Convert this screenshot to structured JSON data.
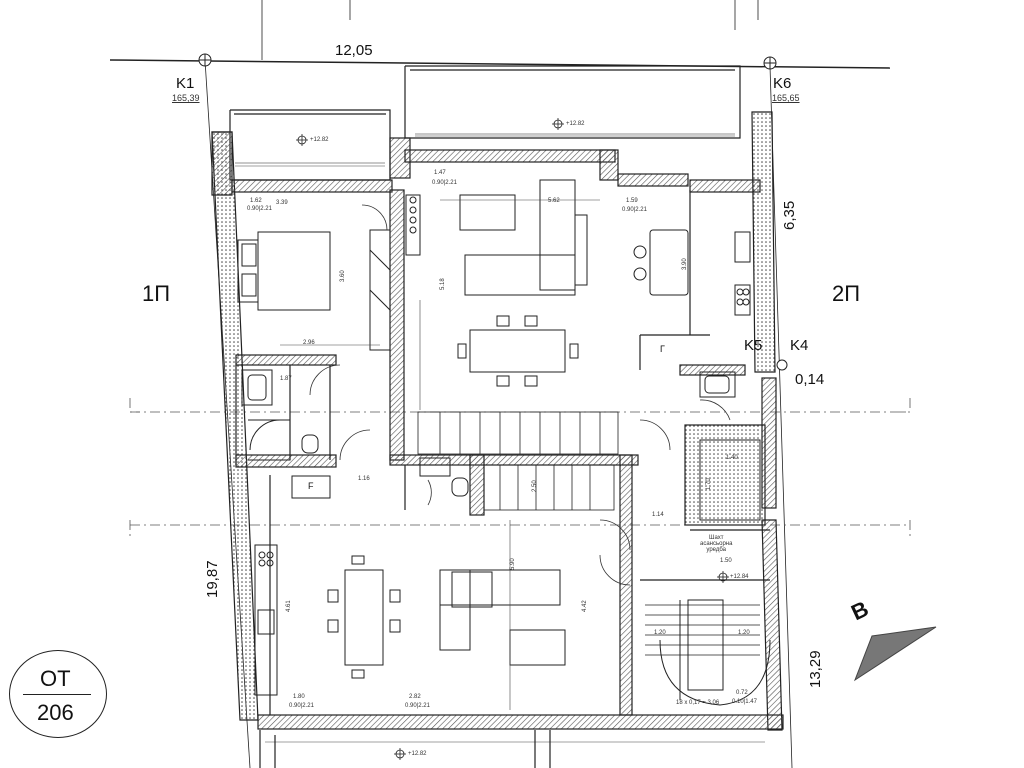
{
  "dimensions": {
    "top_width": "12,05",
    "east_depth": "6,35",
    "west_total": "19,87",
    "east_total": "13,29",
    "offset": "0,14"
  },
  "corners": {
    "k1": {
      "name": "K1",
      "elevation": "165,39"
    },
    "k6": {
      "name": "K6",
      "elevation": "165,65"
    },
    "k5": {
      "name": "K5"
    },
    "k4": {
      "name": "K4"
    }
  },
  "parcels": {
    "left": "1П",
    "right": "2П"
  },
  "block": {
    "code": "ОТ",
    "number": "206"
  },
  "north": {
    "letter": "В"
  },
  "levels": {
    "terrace_left": "+12.82",
    "terrace_top": "+12.82",
    "landing": "+12.84",
    "bottom": "+12.82"
  },
  "room_dims": {
    "bed_w": "1.62",
    "bed_w2": "0.90|2.21",
    "w_339": "3.39",
    "bed_h": "3.60",
    "bed_d": "2.96",
    "bath_w": "1.87",
    "kitchen_1": "1.47",
    "kitchen_2": "0.90|2.21",
    "living_w": "5.62",
    "living_h": "5.18",
    "win_right": "1.59",
    "win_right2": "0.90|2.21",
    "kit_right": "3.90",
    "wc_w": "1.16",
    "stairs_w": "2.50",
    "lift_w": "1.40",
    "lift_h": "1.70",
    "shaft_label": "Шахт\nасансьорна\nуредба",
    "shaft_w": "1.50",
    "south_w1": "4.61",
    "south_w2": "4.42",
    "south_d": "5.90",
    "win_bl": "1.80",
    "win_bl2": "0.90|2.21",
    "win_bm": "2.82",
    "win_bm2": "0.90|2.21",
    "win_br": "0.72",
    "win_br2": "0.10|1.47",
    "stair_note": "18 x 0,17 = 3,06",
    "st_120a": "1.20",
    "st_120b": "1.20",
    "st_114": "1.14"
  }
}
